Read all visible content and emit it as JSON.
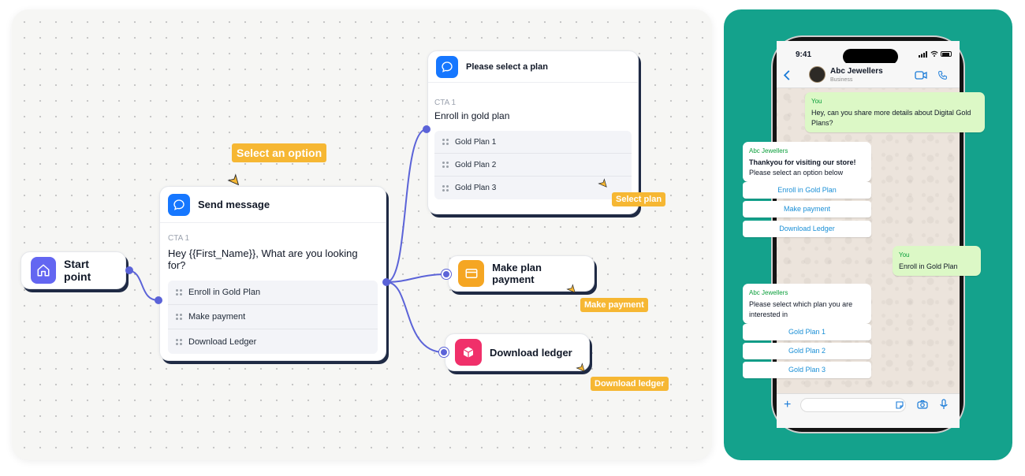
{
  "canvas": {
    "start_node": {
      "label": "Start point",
      "icon": "home-icon"
    },
    "send_message": {
      "title": "Send message",
      "cta_label": "CTA 1",
      "cta_text": "Hey {{First_Name}}, What are you looking for?",
      "options": [
        "Enroll in Gold Plan",
        "Make payment",
        "Download Ledger"
      ]
    },
    "plan_select": {
      "title": "Please select a plan",
      "cta_label": "CTA 1",
      "cta_text": "Enroll in gold plan",
      "options": [
        "Gold Plan 1",
        "Gold Plan 2",
        "Gold Plan 3"
      ]
    },
    "make_payment": {
      "label": "Make plan payment",
      "icon": "card-icon"
    },
    "download_ledger": {
      "label": "Download ledger",
      "icon": "box-icon"
    },
    "tags": {
      "select_option": "Select an option",
      "select_plan": "Select plan",
      "make_payment": "Make payment",
      "download_ledger": "Download ledger"
    },
    "colors": {
      "accent": "#1677ff",
      "connector": "#5b63d8",
      "tag": "#f6b733",
      "panel": "#14a28c"
    }
  },
  "phone": {
    "time": "9:41",
    "contact_name": "Abc Jewellers",
    "contact_sub": "Business",
    "messages": [
      {
        "from": "You",
        "text": "Hey, can you share more details about Digital Gold Plans?"
      },
      {
        "from": "Abc Jewellers",
        "text_bold": "Thankyou for visiting our store!",
        "text": "Please select an option below",
        "buttons": [
          "Enroll in Gold Plan",
          "Make payment",
          "Download Ledger"
        ]
      },
      {
        "from": "You",
        "text": "Enroll in Gold Plan"
      },
      {
        "from": "Abc Jewellers",
        "text": "Please select which plan you are interested in",
        "buttons": [
          "Gold Plan 1",
          "Gold Plan 2",
          "Gold Plan 3"
        ]
      }
    ]
  }
}
